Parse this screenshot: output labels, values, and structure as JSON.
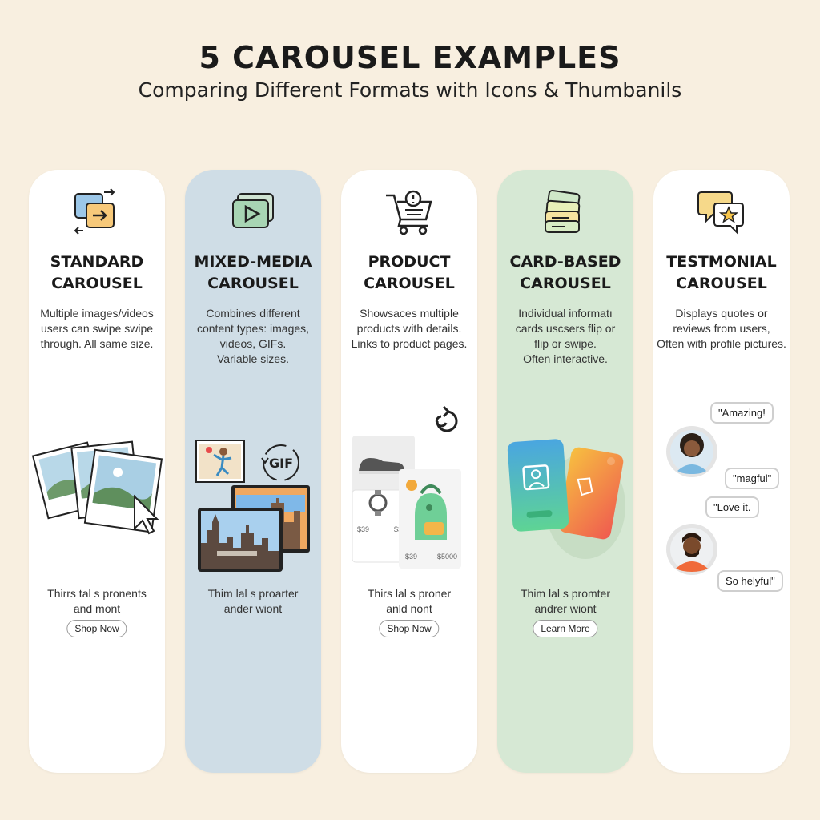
{
  "header": {
    "title": "5 CAROUSEL EXAMPLES",
    "subtitle": "Comparing Different Formats with Icons & Thumbanils"
  },
  "columns": [
    {
      "title_line1": "STANDARD",
      "title_line2": "CAROUSEL",
      "desc": [
        "Multiple images/videos",
        "users can swipe swipe",
        "through. All same size."
      ],
      "foot": [
        "Thirrs tal s pronents",
        "and mont"
      ],
      "button": "Shop Now",
      "icon": "swap-arrows-icon"
    },
    {
      "title_line1": "MIXED-MEDIA",
      "title_line2": "CAROUSEL",
      "desc": [
        "Combines different",
        "content types: images,",
        "videos, GIFs.",
        "Variable sizes."
      ],
      "foot": [
        "Thim lal s proarter",
        "ander wiont"
      ],
      "icon": "play-video-icon",
      "gif_label": "GIF"
    },
    {
      "title_line1": "PRODUCT",
      "title_line2": "CAROUSEL",
      "desc": [
        "Showsaces multiple",
        "products with details.",
        "Links to product pages."
      ],
      "foot": [
        "Thirs lal s proner",
        "anld nont"
      ],
      "button": "Shop Now",
      "icon": "shopping-cart-icon",
      "prices": [
        "$39",
        "$3000",
        "$39",
        "$5000"
      ]
    },
    {
      "title_line1": "CARD-BASED",
      "title_line2": "CAROUSEL",
      "desc": [
        "Individual informatı",
        "cards uscsers flip or",
        "flip or swipe.",
        "Often interactive."
      ],
      "foot": [
        "Thim lal s promter",
        "andrer wiont"
      ],
      "button": "Learn More",
      "icon": "stacked-cards-icon"
    },
    {
      "title_line1": "TESTMONIAL",
      "title_line2": "CAROUSEL",
      "desc": [
        "Displays quotes or",
        "reviews from users,",
        "Often with profile pictures."
      ],
      "icon": "quote-star-icon",
      "quotes": [
        "\"Amazing!",
        "\"magful\"",
        "\"Love it.",
        "So helyful\""
      ]
    }
  ],
  "colors": {
    "background": "#f8efe0",
    "column_white": "#ffffff",
    "column_blue": "#cfdde6",
    "column_green": "#d6e8d4",
    "accent_orange": "#f2a93b",
    "accent_green": "#6fcf97"
  }
}
